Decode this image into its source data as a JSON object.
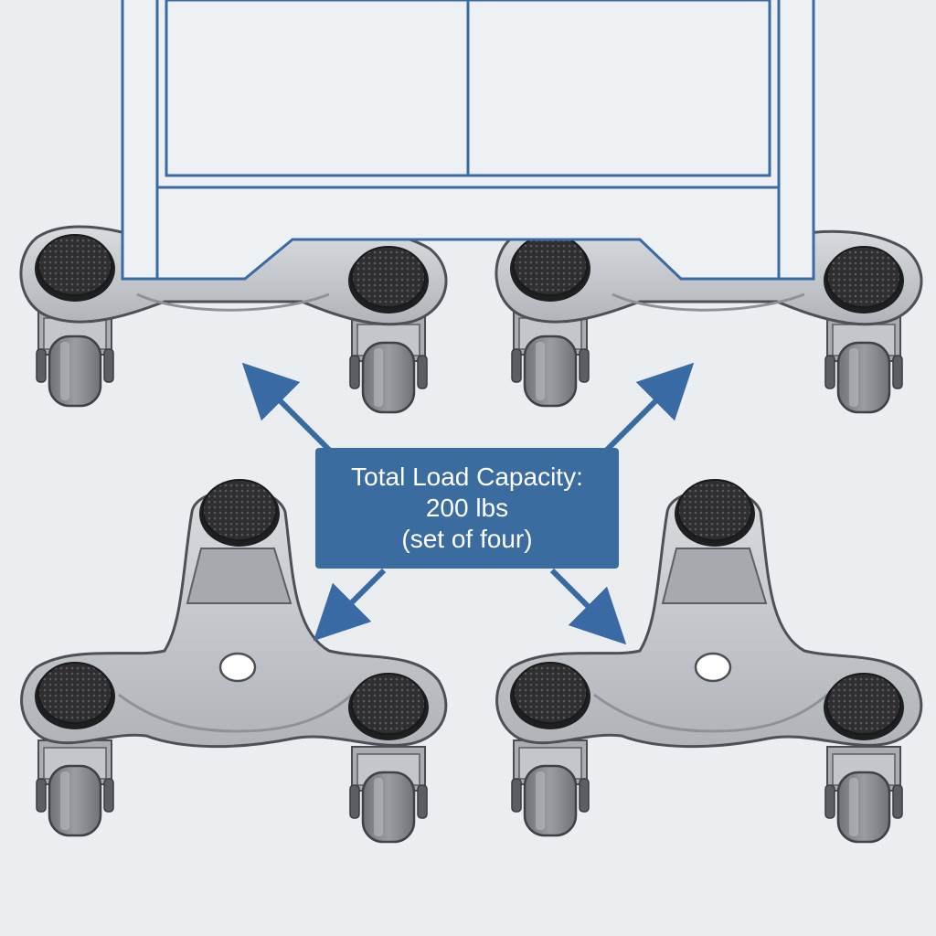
{
  "label": {
    "line1": "Total Load Capacity:",
    "line2": "200 lbs",
    "line3": "(set of four)"
  },
  "icons": [
    "furniture-cabinet-icon",
    "caster-dolly-icon",
    "direction-arrow-icon",
    "rubber-pad-icon",
    "wheel-icon"
  ],
  "colors": {
    "background": "#eaeef1",
    "cabinet_outline": "#3a6aa3",
    "label_box": "#3a6c9f",
    "dolly_metal": "#c4c7cb",
    "rubber_pad": "#2e2e30",
    "wheel": "#8c8f94"
  },
  "dolly_count": 4
}
